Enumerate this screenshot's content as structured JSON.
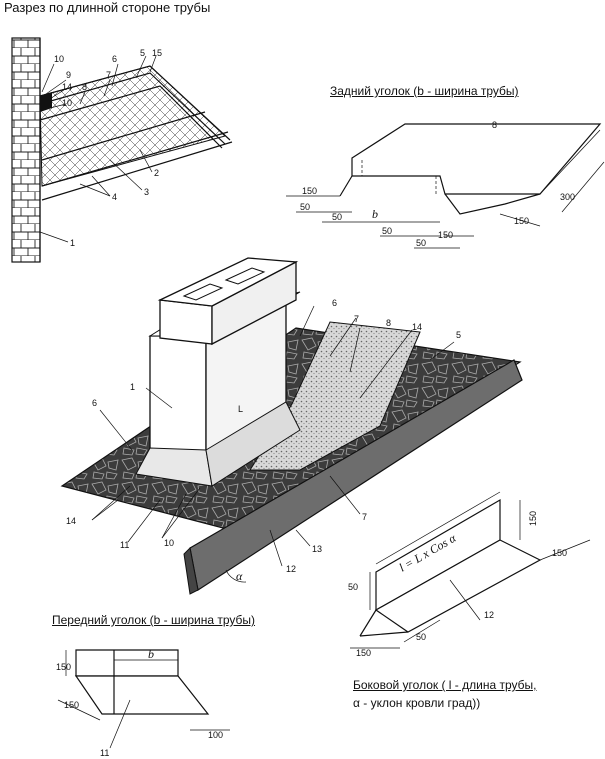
{
  "captions": {
    "section_title": "Разрез по длинной стороне трубы",
    "back_corner": "Задний уголок (b - ширина трубы)",
    "front_corner": "Передний уголок (b - ширина трубы)",
    "side_corner_line1": "Боковой уголок ( l - длина трубы,",
    "side_corner_line2": "α - уклон кровли  град))"
  },
  "formula": "l = L x Cos α",
  "labels": {
    "section": [
      "10",
      "9",
      "14",
      "10",
      "8",
      "7",
      "6",
      "5",
      "15",
      "2",
      "3",
      "4",
      "1"
    ],
    "back_dims": [
      "8",
      "150",
      "50",
      "50",
      "b",
      "50",
      "50",
      "150",
      "150",
      "300"
    ],
    "iso": [
      "1",
      "6",
      "6",
      "7",
      "8",
      "14",
      "5",
      "L",
      "14",
      "11",
      "10",
      "12",
      "13",
      "7",
      "α"
    ],
    "front_dims": [
      "150",
      "b",
      "150",
      "100",
      "11"
    ],
    "side_dims": [
      "150",
      "150",
      "50",
      "50",
      "150",
      "12"
    ]
  }
}
